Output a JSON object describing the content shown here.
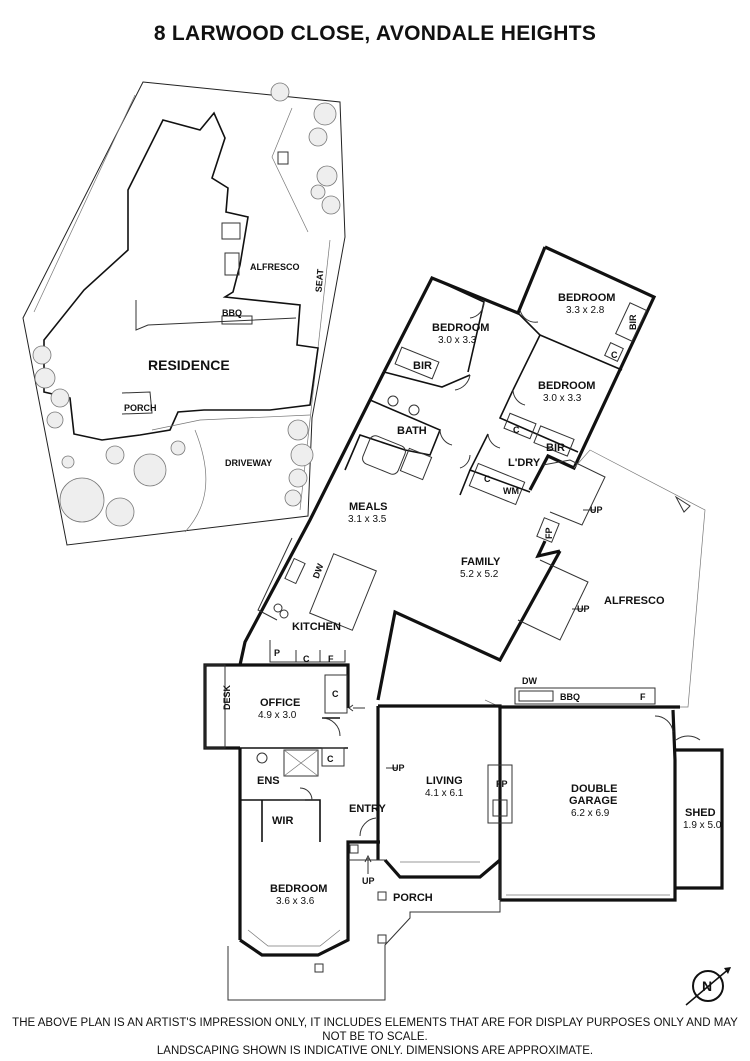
{
  "title": "8 LARWOOD CLOSE, AVONDALE HEIGHTS",
  "site": {
    "residence": "RESIDENCE",
    "alfresco": "ALFRESCO",
    "bbq": "BBQ",
    "seat": "SEAT",
    "porch": "PORCH",
    "driveway": "DRIVEWAY"
  },
  "rooms": {
    "bedroom_a": {
      "name": "BEDROOM",
      "dims": "3.3 x 2.8"
    },
    "bedroom_b": {
      "name": "BEDROOM",
      "dims": "3.0 x 3.3"
    },
    "bedroom_c": {
      "name": "BEDROOM",
      "dims": "3.0 x 3.3"
    },
    "bir_1": "BIR",
    "bir_2": "BIR",
    "bir_3": "BIR",
    "bath": "BATH",
    "ldry": "L'DRY",
    "wm": "WM",
    "meals": {
      "name": "MEALS",
      "dims": "3.1 x 3.5"
    },
    "family": {
      "name": "FAMILY",
      "dims": "5.2 x 5.2"
    },
    "fp": "FP",
    "alfresco": "ALFRESCO",
    "kitchen": "KITCHEN",
    "dw": "DW",
    "office": {
      "name": "OFFICE",
      "dims": "4.9 x 3.0"
    },
    "desk": "DESK",
    "ens": "ENS",
    "wir": "WIR",
    "entry": "ENTRY",
    "living": {
      "name": "LIVING",
      "dims": "4.1 x 6.1"
    },
    "garage": {
      "name": "DOUBLE",
      "name2": "GARAGE",
      "dims": "6.2 x 6.9"
    },
    "shed": {
      "name": "SHED",
      "dims": "1.9 x 5.0"
    },
    "bedroom_main": {
      "name": "BEDROOM",
      "dims": "3.6 x 3.6"
    },
    "porch": "PORCH",
    "bbq": "BBQ",
    "c": "C",
    "p": "P",
    "f": "F",
    "up": "UP"
  },
  "north": "N",
  "disclaimer": {
    "line1": "THE ABOVE PLAN IS AN ARTIST'S IMPRESSION ONLY, IT INCLUDES ELEMENTS THAT ARE FOR DISPLAY PURPOSES ONLY AND MAY NOT BE TO SCALE.",
    "line2": "LANDSCAPING SHOWN IS INDICATIVE ONLY. DIMENSIONS ARE APPROXIMATE."
  }
}
